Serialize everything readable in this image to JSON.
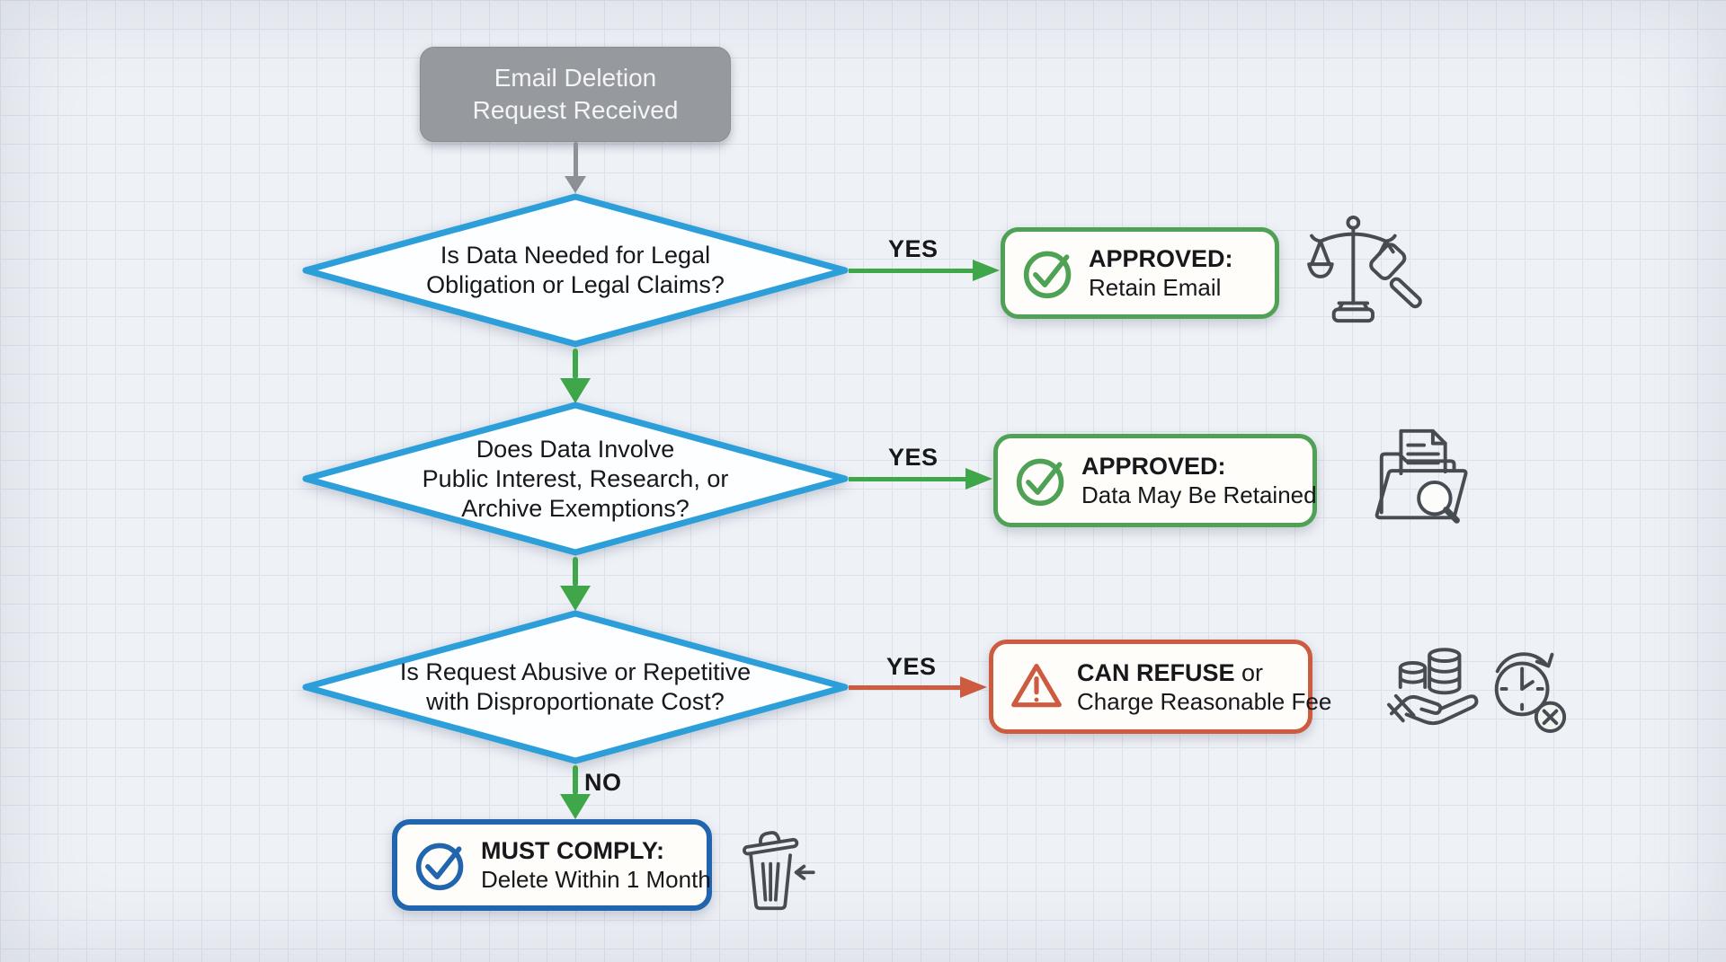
{
  "colors": {
    "bg": "#eef1f6",
    "grid": "#dce1eb",
    "ink": "#17181b",
    "diamond-blue": "#2C9ED9",
    "green": "#4FA255",
    "green-arrow": "#3FA649",
    "red": "#CC5B40",
    "blue": "#2065AD",
    "gray-node": "#96999D",
    "icon-gray": "#474C53"
  },
  "start": {
    "line1": "Email Deletion",
    "line2": "Request Received"
  },
  "decisions": [
    {
      "line1": "Is Data Needed for Legal",
      "line2": "Obligation or Legal Claims?",
      "branch": "YES"
    },
    {
      "line1": "Does Data Involve",
      "line2": "Public Interest, Research, or",
      "line3": "Archive Exemptions?",
      "branch": "YES"
    },
    {
      "line1": "Is Request Abusive or Repetitive",
      "line2": "with Disproportionate Cost?",
      "branch": "YES",
      "no_branch": "NO"
    }
  ],
  "outcomes": [
    {
      "strong": "APPROVED:",
      "rest": "",
      "line2": "Retain Email",
      "icon": "check-circle"
    },
    {
      "strong": "APPROVED:",
      "rest": "",
      "line2": "Data May Be Retained",
      "icon": "check-circle"
    },
    {
      "strong": "CAN REFUSE",
      "rest": " or",
      "line2": "Charge Reasonable Fee",
      "icon": "warning-triangle"
    },
    {
      "strong": "MUST COMPLY:",
      "rest": "",
      "line2": "Delete Within 1 Month",
      "icon": "check-circle"
    }
  ],
  "side_icons": [
    "scales-gavel",
    "folder-search",
    "hand-coins",
    "clock-deadline",
    "trash-delete"
  ]
}
